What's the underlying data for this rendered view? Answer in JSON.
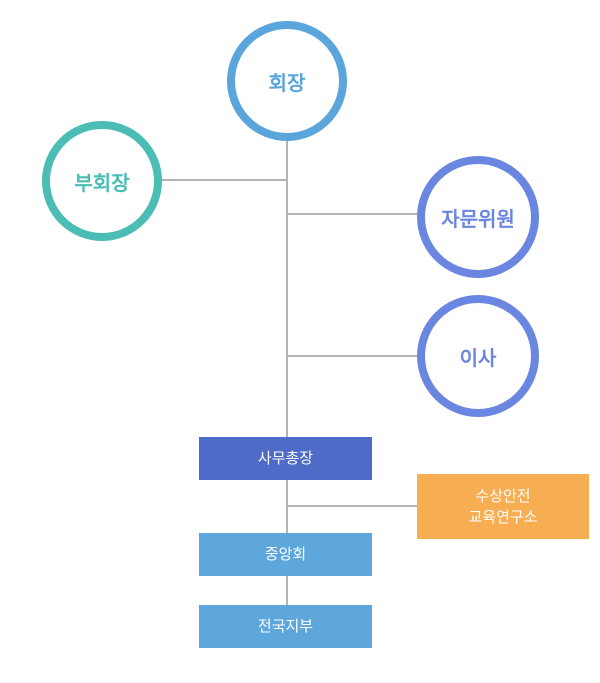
{
  "org_chart": {
    "president": {
      "label": "회장",
      "color": "#5aa5dc"
    },
    "vice_president": {
      "label": "부회장",
      "color": "#4bbdb5"
    },
    "advisory_committee": {
      "label": "자문위원",
      "color": "#6b86e0"
    },
    "directors": {
      "label": "이사",
      "color": "#6b86e0"
    },
    "secretary_general": {
      "label": "사무총장",
      "color": "#4e6bc7"
    },
    "research_institute": {
      "line1": "수상안전",
      "line2": "교육연구소",
      "color": "#f7ad51"
    },
    "central_committee": {
      "label": "중앙회",
      "color": "#5ea7dc"
    },
    "national_branches": {
      "label": "전국지부",
      "color": "#5ea7dc"
    }
  }
}
